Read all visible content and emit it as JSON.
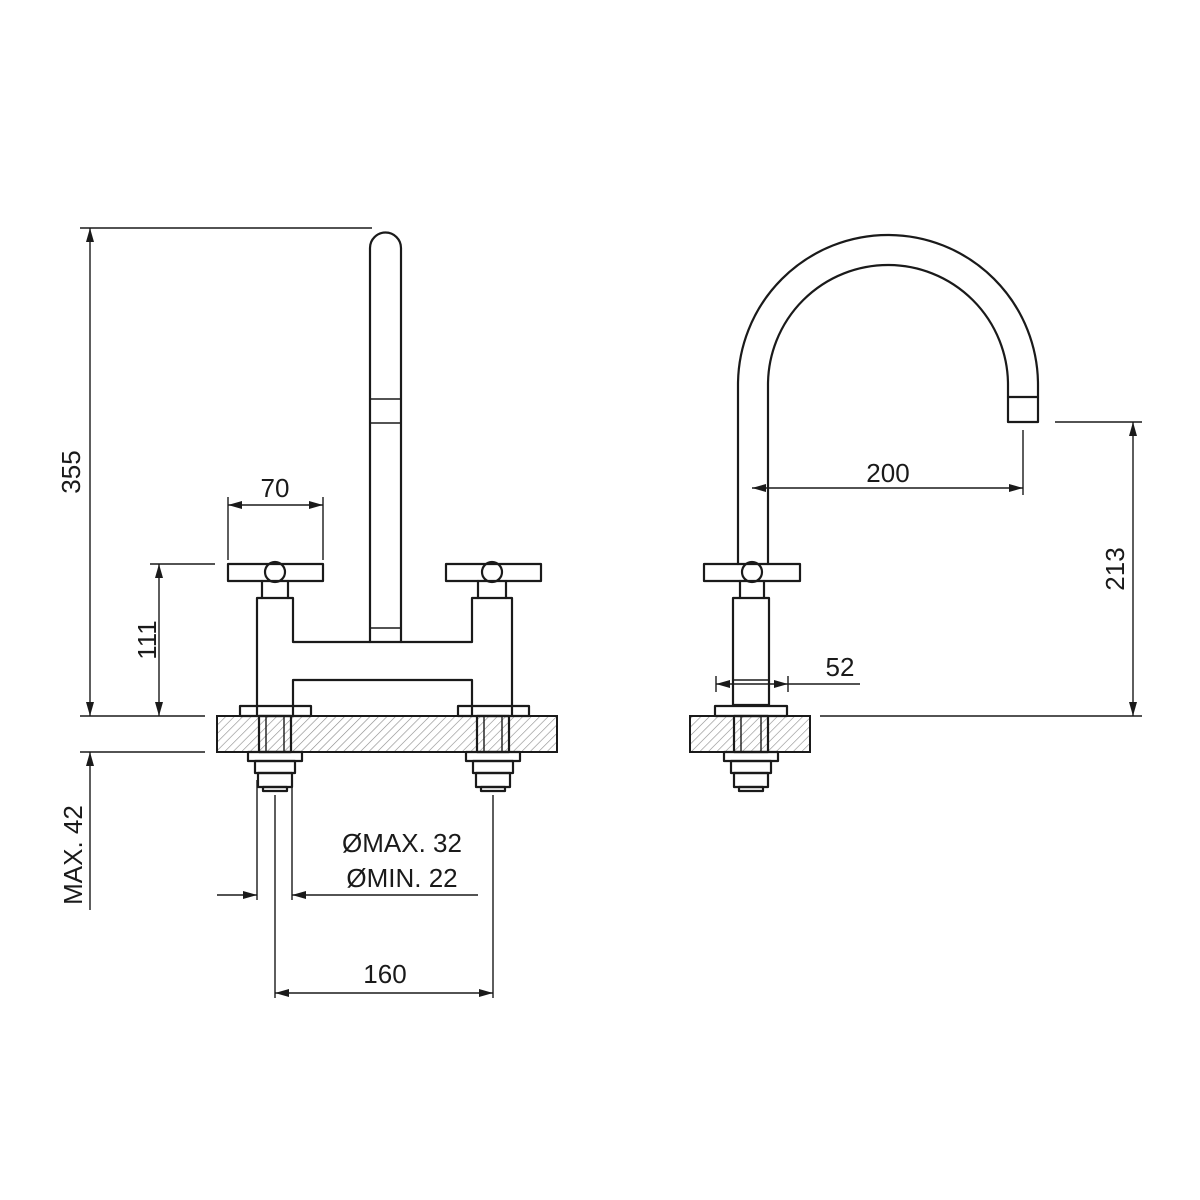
{
  "dimensions": {
    "total_height": "355",
    "handle_width": "70",
    "handle_height": "111",
    "max_deck_thickness": "MAX. 42",
    "hole_diameter_max": "ØMAX. 32",
    "hole_diameter_min": "ØMIN. 22",
    "hole_spacing": "160",
    "spout_reach": "200",
    "spout_outlet_height": "213",
    "base_diameter": "52"
  }
}
